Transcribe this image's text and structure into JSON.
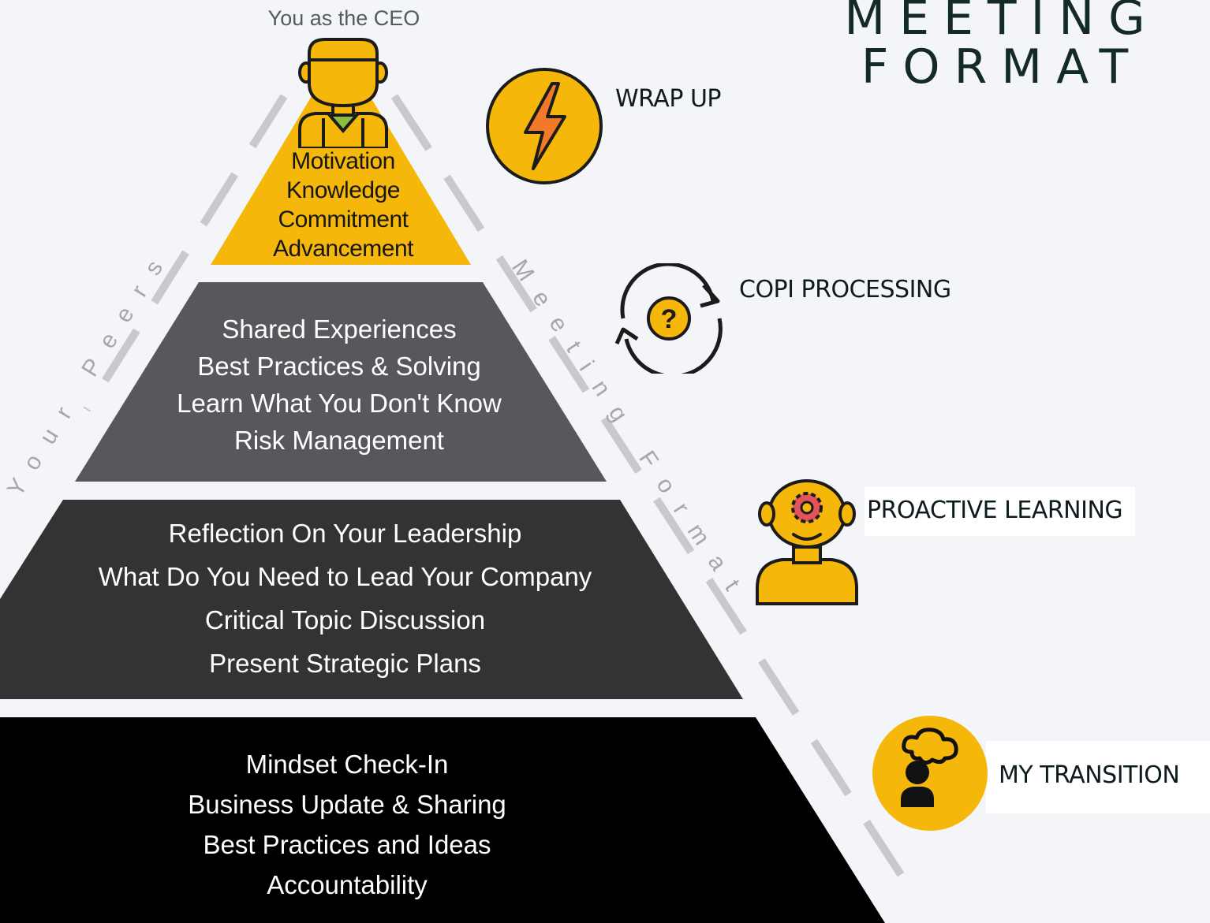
{
  "title": {
    "line1": "MEETING",
    "line2": "FORMAT"
  },
  "ceo_caption": "You as the CEO",
  "side_texts": {
    "left": "Your Peers",
    "right": "Meeting Format"
  },
  "tiers": [
    {
      "id": "top",
      "lines": [
        "Motivation",
        "Knowledge",
        "Commitment",
        "Advancement"
      ],
      "color": "#f5b70a"
    },
    {
      "id": "second",
      "lines": [
        "Shared Experiences",
        "Best Practices & Solving",
        "Learn What You Don't Know",
        "Risk Management"
      ],
      "color": "#58585c"
    },
    {
      "id": "third",
      "lines": [
        "Reflection On Your Leadership",
        "What Do You Need to Lead Your Company",
        "Critical Topic Discussion",
        "Present Strategic Plans"
      ],
      "color": "#333334"
    },
    {
      "id": "base",
      "lines": [
        "Mindset Check-In",
        "Business Update & Sharing",
        "Best Practices and Ideas",
        "Accountability"
      ],
      "color": "#000000"
    }
  ],
  "steps": [
    {
      "label": "WRAP UP",
      "icon": "lightning-bolt-icon"
    },
    {
      "label": "COPI PROCESSING",
      "icon": "question-cycle-icon"
    },
    {
      "label": "PROACTIVE LEARNING",
      "icon": "head-gear-icon"
    },
    {
      "label": "MY TRANSITION",
      "icon": "person-thought-cloud-icon"
    }
  ],
  "colors": {
    "accent": "#f5b70a",
    "background": "#f4f5f8",
    "dash": "#c9c9cc",
    "title": "#142a2a"
  }
}
